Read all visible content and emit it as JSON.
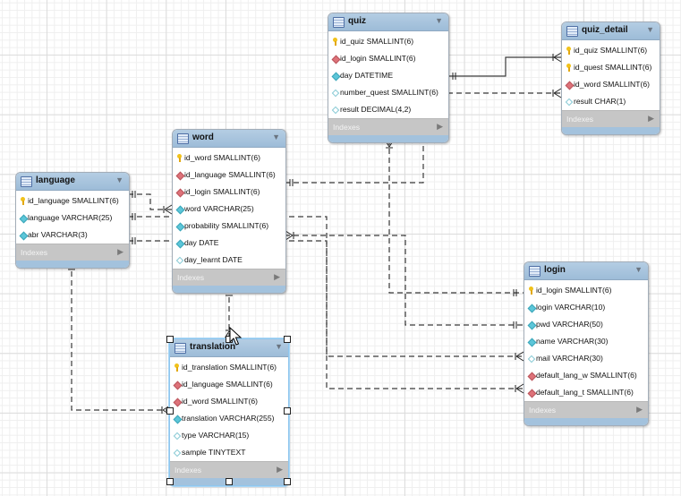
{
  "icons": {
    "collapse": "▼",
    "expand": "▶"
  },
  "tables": {
    "quiz": {
      "title": "quiz",
      "indexes_label": "Indexes",
      "columns": [
        {
          "text": "id_quiz SMALLINT(6)",
          "kind": "pk"
        },
        {
          "text": "id_login SMALLINT(6)",
          "kind": "fk"
        },
        {
          "text": "day DATETIME",
          "kind": "nn"
        },
        {
          "text": "number_quest SMALLINT(6)",
          "kind": "col"
        },
        {
          "text": "result DECIMAL(4,2)",
          "kind": "col"
        }
      ]
    },
    "quiz_detail": {
      "title": "quiz_detail",
      "indexes_label": "Indexes",
      "columns": [
        {
          "text": "id_quiz SMALLINT(6)",
          "kind": "pk"
        },
        {
          "text": "id_quest SMALLINT(6)",
          "kind": "pk"
        },
        {
          "text": "id_word SMALLINT(6)",
          "kind": "fk"
        },
        {
          "text": "result CHAR(1)",
          "kind": "col"
        }
      ]
    },
    "word": {
      "title": "word",
      "indexes_label": "Indexes",
      "columns": [
        {
          "text": "id_word SMALLINT(6)",
          "kind": "pk"
        },
        {
          "text": "id_language SMALLINT(6)",
          "kind": "fk"
        },
        {
          "text": "id_login SMALLINT(6)",
          "kind": "fk"
        },
        {
          "text": "word VARCHAR(25)",
          "kind": "nn"
        },
        {
          "text": "probability SMALLINT(6)",
          "kind": "nn"
        },
        {
          "text": "day DATE",
          "kind": "nn"
        },
        {
          "text": "day_learnt DATE",
          "kind": "col"
        }
      ]
    },
    "language": {
      "title": "language",
      "indexes_label": "Indexes",
      "columns": [
        {
          "text": "id_language SMALLINT(6)",
          "kind": "pk"
        },
        {
          "text": "language VARCHAR(25)",
          "kind": "nn"
        },
        {
          "text": "abr VARCHAR(3)",
          "kind": "nn"
        }
      ]
    },
    "login": {
      "title": "login",
      "indexes_label": "Indexes",
      "columns": [
        {
          "text": "id_login SMALLINT(6)",
          "kind": "pk"
        },
        {
          "text": "login VARCHAR(10)",
          "kind": "nn"
        },
        {
          "text": "pwd VARCHAR(50)",
          "kind": "nn"
        },
        {
          "text": "name VARCHAR(30)",
          "kind": "nn"
        },
        {
          "text": "mail VARCHAR(30)",
          "kind": "col"
        },
        {
          "text": "default_lang_w SMALLINT(6)",
          "kind": "fk"
        },
        {
          "text": "default_lang_t SMALLINT(6)",
          "kind": "fk"
        }
      ]
    },
    "translation": {
      "title": "translation",
      "indexes_label": "Indexes",
      "selected": true,
      "columns": [
        {
          "text": "id_translation SMALLINT(6)",
          "kind": "pk"
        },
        {
          "text": "id_language SMALLINT(6)",
          "kind": "fk"
        },
        {
          "text": "id_word SMALLINT(6)",
          "kind": "fk"
        },
        {
          "text": "translation VARCHAR(255)",
          "kind": "nn"
        },
        {
          "text": "type VARCHAR(15)",
          "kind": "col"
        },
        {
          "text": "sample TINYTEXT",
          "kind": "col"
        }
      ]
    }
  },
  "relationships": [
    {
      "from": "language",
      "to": "word",
      "style": "dashed"
    },
    {
      "from": "language",
      "to": "login",
      "style": "dashed"
    },
    {
      "from": "language",
      "to": "login",
      "style": "dashed"
    },
    {
      "from": "word",
      "to": "quiz",
      "style": "dashed"
    },
    {
      "from": "login",
      "to": "quiz",
      "style": "dashed"
    },
    {
      "from": "login",
      "to": "word",
      "style": "dashed"
    },
    {
      "from": "quiz",
      "to": "quiz_detail",
      "style": "solid"
    },
    {
      "from": "quiz",
      "to": "quiz_detail",
      "style": "dashed"
    },
    {
      "from": "language",
      "to": "translation",
      "style": "dashed"
    },
    {
      "from": "word",
      "to": "translation",
      "style": "dashed"
    }
  ]
}
